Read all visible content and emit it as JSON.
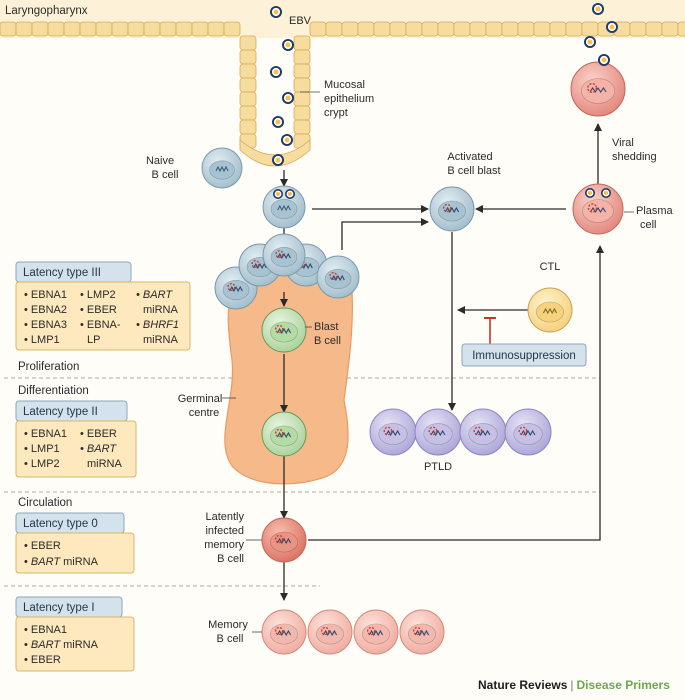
{
  "colors": {
    "background_band": "#fdf1d8",
    "epithelium": "#f7dca0",
    "germinal_centre": "#f6b98a",
    "latency_box": "#fde9bd",
    "latency_tag": "#d4e2ec",
    "naive_cell": "#bcd2dc",
    "blast_cell": "#cfe6c4",
    "plasma_cell": "#f0a49a",
    "memory_cell": "#f6c9c0",
    "ptld_cell": "#c9c5e6",
    "ctl_cell": "#fde6a8",
    "inhibition": "#c0392b",
    "brand_green": "#6aa84f"
  },
  "labels": {
    "laryngopharynx": "Laryngopharynx",
    "ebv": "EBV",
    "mucosal": [
      "Mucosal",
      "epithelium",
      "crypt"
    ],
    "naive": [
      "Naive",
      "B cell"
    ],
    "activated": [
      "Activated",
      "B cell blast"
    ],
    "viral_shedding": [
      "Viral",
      "shedding"
    ],
    "plasma": [
      "Plasma",
      "cell"
    ],
    "blast": [
      "Blast",
      "B cell"
    ],
    "ctl": "CTL",
    "immunosuppression": "Immunosuppression",
    "germinal": [
      "Germinal",
      "centre"
    ],
    "ptld": "PTLD",
    "latently": [
      "Latently",
      "infected",
      "memory",
      "B  cell"
    ],
    "memory": [
      "Memory",
      "B cell"
    ],
    "proliferation": "Proliferation",
    "differentiation": "Differentiation",
    "circulation": "Circulation"
  },
  "latency": {
    "type3": {
      "title": "Latency type III",
      "col1": [
        "EBNA1",
        "EBNA2",
        "EBNA3",
        "LMP1"
      ],
      "col2": [
        "LMP2",
        "EBER",
        "EBNA-",
        "LP"
      ],
      "col3": [
        "BART",
        "miRNA",
        "BHRF1",
        "miRNA"
      ]
    },
    "type2": {
      "title": "Latency type II",
      "col1": [
        "EBNA1",
        "LMP1",
        "LMP2"
      ],
      "col2": [
        "EBER",
        "BART",
        "miRNA"
      ]
    },
    "type0": {
      "title": "Latency type 0",
      "items": [
        "EBER",
        "BART",
        "miRNA"
      ]
    },
    "type1": {
      "title": "Latency type I",
      "items": [
        "EBNA1",
        "BART",
        "miRNA",
        "EBER"
      ]
    }
  },
  "footer": {
    "journal": "Nature Reviews",
    "separator": "|",
    "series": "Disease Primers"
  }
}
